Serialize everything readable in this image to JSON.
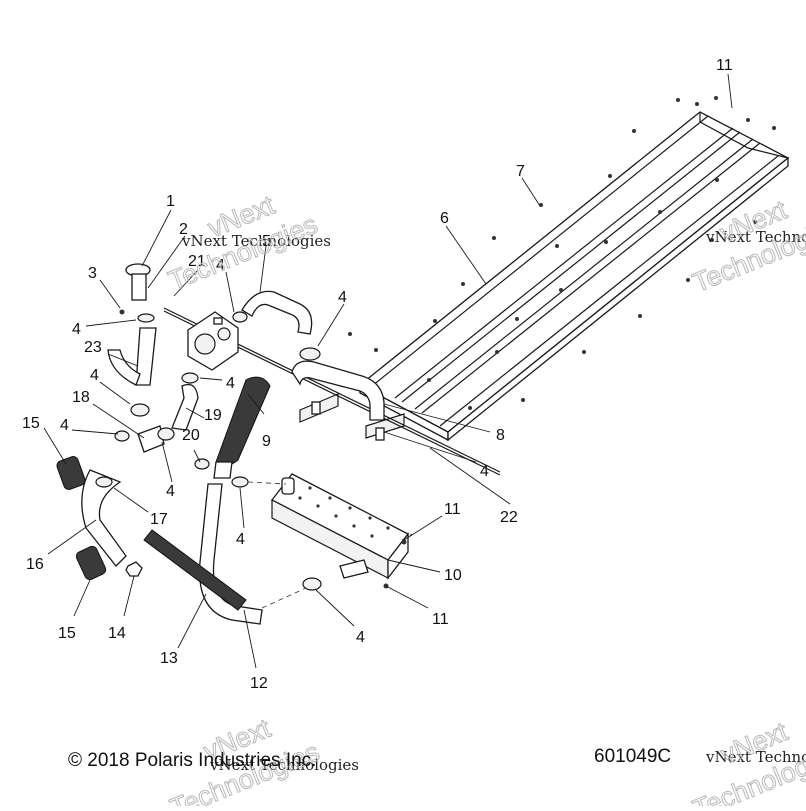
{
  "callouts": [
    {
      "id": "c1",
      "text": "1"
    },
    {
      "id": "c2",
      "text": "2"
    },
    {
      "id": "c3",
      "text": "3"
    },
    {
      "id": "c4a",
      "text": "4"
    },
    {
      "id": "c4b",
      "text": "4"
    },
    {
      "id": "c4c",
      "text": "4"
    },
    {
      "id": "c4d",
      "text": "4"
    },
    {
      "id": "c4e",
      "text": "4"
    },
    {
      "id": "c4f",
      "text": "4"
    },
    {
      "id": "c4g",
      "text": "4"
    },
    {
      "id": "c4h",
      "text": "4"
    },
    {
      "id": "c4i",
      "text": "4"
    },
    {
      "id": "c4j",
      "text": "4"
    },
    {
      "id": "c5",
      "text": "5"
    },
    {
      "id": "c6",
      "text": "6"
    },
    {
      "id": "c7",
      "text": "7"
    },
    {
      "id": "c8",
      "text": "8"
    },
    {
      "id": "c9",
      "text": "9"
    },
    {
      "id": "c10",
      "text": "10"
    },
    {
      "id": "c11a",
      "text": "11"
    },
    {
      "id": "c11b",
      "text": "11"
    },
    {
      "id": "c11c",
      "text": "11"
    },
    {
      "id": "c12",
      "text": "12"
    },
    {
      "id": "c13",
      "text": "13"
    },
    {
      "id": "c14",
      "text": "14"
    },
    {
      "id": "c15a",
      "text": "15"
    },
    {
      "id": "c15b",
      "text": "15"
    },
    {
      "id": "c16",
      "text": "16"
    },
    {
      "id": "c17",
      "text": "17"
    },
    {
      "id": "c18",
      "text": "18"
    },
    {
      "id": "c19",
      "text": "19"
    },
    {
      "id": "c20",
      "text": "20"
    },
    {
      "id": "c21",
      "text": "21"
    },
    {
      "id": "c22",
      "text": "22"
    },
    {
      "id": "c23",
      "text": "23"
    }
  ],
  "watermark": {
    "small": "vNext Technologies",
    "small_right": "vNext Technologies",
    "small_footer": "vNext Technologies",
    "big_line1": "vNext",
    "big_line2": "Technologies"
  },
  "footer": {
    "copyright": "© 2018 Polaris Industries Inc.",
    "drawing_number": "601049C"
  }
}
